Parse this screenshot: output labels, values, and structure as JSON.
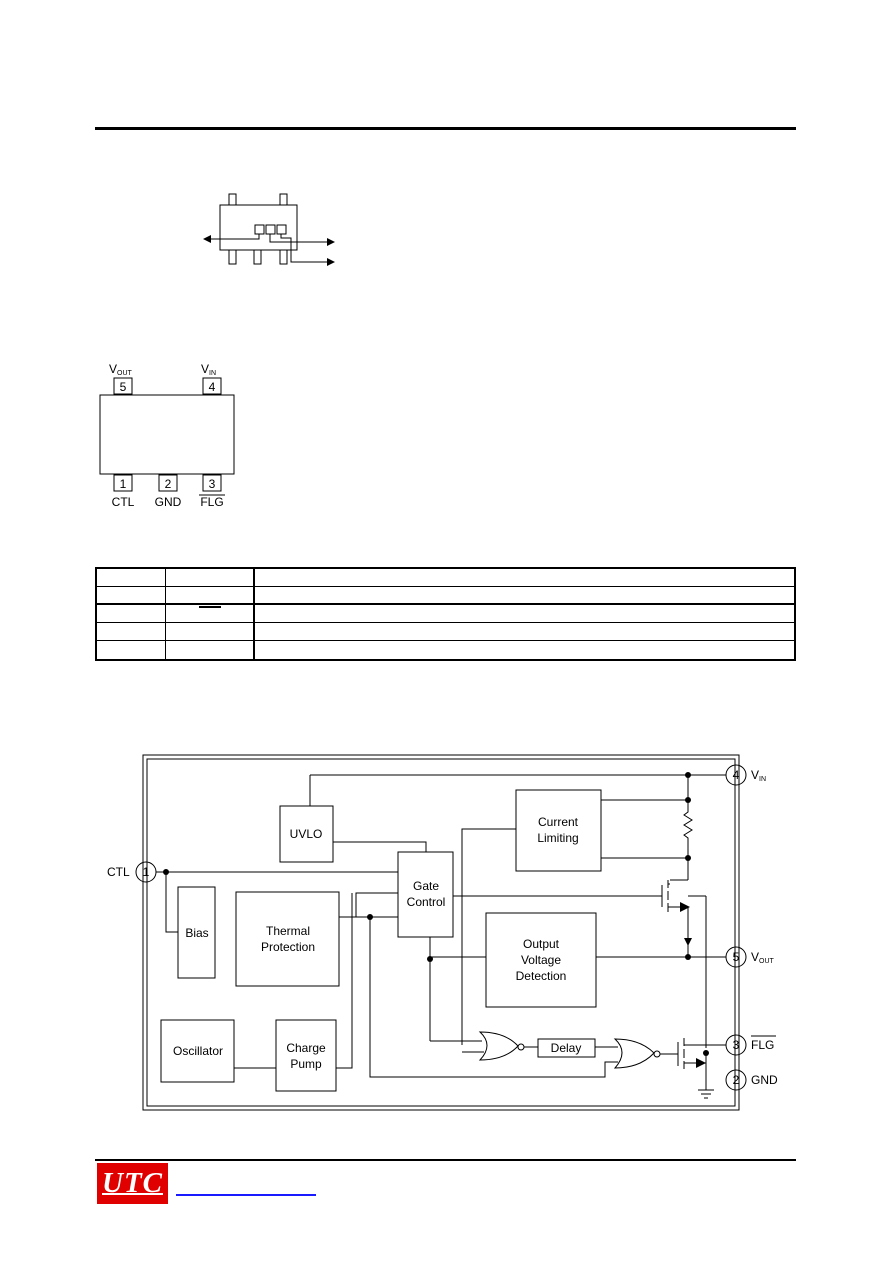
{
  "pinout": {
    "pins_top": [
      {
        "num": "5",
        "name": "V",
        "sub": "OUT"
      },
      {
        "num": "4",
        "name": "V",
        "sub": "IN"
      }
    ],
    "pins_bottom": [
      {
        "num": "1",
        "name": "CTL"
      },
      {
        "num": "2",
        "name": "GND"
      },
      {
        "num": "3",
        "name": "FLG"
      }
    ]
  },
  "block_diagram": {
    "blocks": {
      "uvlo": "UVLO",
      "current_limiting": [
        "Current",
        "Limiting"
      ],
      "gate_control": [
        "Gate",
        "Control"
      ],
      "bias": "Bias",
      "thermal_protection": [
        "Thermal",
        "Protection"
      ],
      "output_voltage_detection": [
        "Output",
        "Voltage",
        "Detection"
      ],
      "oscillator": "Oscillator",
      "charge_pump": [
        "Charge",
        "Pump"
      ],
      "delay": "Delay"
    },
    "pins": {
      "vin": {
        "num": "4",
        "name": "V",
        "sub": "IN"
      },
      "ctl": {
        "num": "1",
        "name": "CTL"
      },
      "vout": {
        "num": "5",
        "name": "V",
        "sub": "OUT"
      },
      "flg": {
        "num": "3",
        "name": "FLG"
      },
      "gnd": {
        "num": "2",
        "name": "GND"
      }
    }
  },
  "footer": {
    "logo_text": "UTC",
    "logo_color": "#e00000",
    "link_color": "#1a1aff"
  }
}
